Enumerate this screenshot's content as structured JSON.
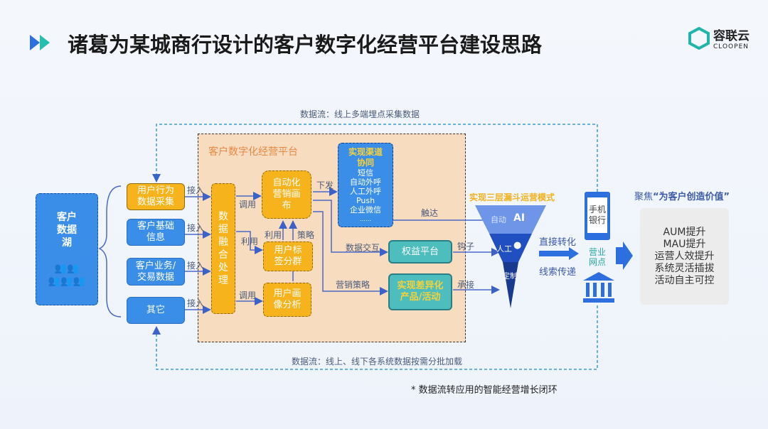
{
  "title": "诸葛为某城商行设计的客户数字化经营平台建设思路",
  "logo": {
    "name": "容联云",
    "sub": "CLOOPEN"
  },
  "flow_top": "数据流：线上多端埋点采集数据",
  "flow_bottom": "数据流：线上、线下各系统数据按需分批加载",
  "data_lake": "客户数据湖",
  "sources": [
    "用户行为数据采集",
    "客户基础信息",
    "客户业务/交易数据",
    "其它"
  ],
  "connect_label": "接入",
  "platform_title": "客户数字化经营平台",
  "fusion": "数据融合处理",
  "canvas": "自动化营销画布",
  "tagging": "用户标签分群",
  "portrait": "用户画像分析",
  "edge_labels": {
    "call1": "调用",
    "use1": "利用",
    "call2": "调用",
    "use2": "利用",
    "strategy": "策略",
    "dispatch": "下发",
    "interact": "数据交互",
    "mkt_strategy": "营销策略",
    "reach": "触达",
    "hook": "钩子",
    "accept": "承接"
  },
  "channel": {
    "title": "实现渠道协同",
    "items": [
      "短信",
      "自动外呼",
      "人工外呼",
      "Push",
      "企业微信",
      "……"
    ]
  },
  "rights": "权益平台",
  "diff": "实现差异化产品/活动",
  "funnel": {
    "title": "实现三层漏斗运营模式",
    "auto": "自动",
    "ai": "AI",
    "manual": "人工",
    "custom": "定制"
  },
  "conversion": {
    "top": "直接转化",
    "bottom": "线索传递"
  },
  "mobile": "手机银行",
  "branch": "营业网点",
  "focus": {
    "prefix": "聚焦",
    "quote": "“为客户创造价值”"
  },
  "values": [
    "AUM提升",
    "MAU提升",
    "运营人效提升",
    "系统灵活插拔",
    "活动自主可控"
  ],
  "footnote": "*  数据流转应用的智能经营增长闭环"
}
